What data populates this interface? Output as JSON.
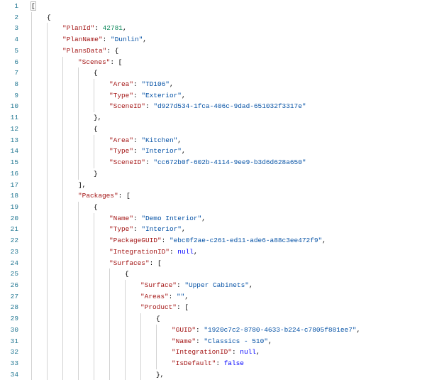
{
  "colors": {
    "key": "#a31515",
    "string": "#0451a5",
    "number": "#098658",
    "keyword": "#0000ff",
    "line_number": "#237893"
  },
  "lines": [
    {
      "n": "1",
      "indent": 0,
      "tokens": [
        {
          "t": "punc",
          "text": "["
        }
      ]
    },
    {
      "n": "2",
      "indent": 1,
      "tokens": [
        {
          "t": "punc",
          "text": "{"
        }
      ]
    },
    {
      "n": "3",
      "indent": 2,
      "tokens": [
        {
          "t": "key",
          "text": "\"PlanId\""
        },
        {
          "t": "punc",
          "text": ": "
        },
        {
          "t": "num",
          "text": "42781"
        },
        {
          "t": "punc",
          "text": ","
        }
      ]
    },
    {
      "n": "4",
      "indent": 2,
      "tokens": [
        {
          "t": "key",
          "text": "\"PlanName\""
        },
        {
          "t": "punc",
          "text": ": "
        },
        {
          "t": "str",
          "text": "\"Dunlin\""
        },
        {
          "t": "punc",
          "text": ","
        }
      ]
    },
    {
      "n": "5",
      "indent": 2,
      "tokens": [
        {
          "t": "key",
          "text": "\"PlansData\""
        },
        {
          "t": "punc",
          "text": ": {"
        }
      ]
    },
    {
      "n": "6",
      "indent": 3,
      "tokens": [
        {
          "t": "key",
          "text": "\"Scenes\""
        },
        {
          "t": "punc",
          "text": ": ["
        }
      ]
    },
    {
      "n": "7",
      "indent": 4,
      "tokens": [
        {
          "t": "punc",
          "text": "{"
        }
      ]
    },
    {
      "n": "8",
      "indent": 5,
      "tokens": [
        {
          "t": "key",
          "text": "\"Area\""
        },
        {
          "t": "punc",
          "text": ": "
        },
        {
          "t": "str",
          "text": "\"TD106\""
        },
        {
          "t": "punc",
          "text": ","
        }
      ]
    },
    {
      "n": "9",
      "indent": 5,
      "tokens": [
        {
          "t": "key",
          "text": "\"Type\""
        },
        {
          "t": "punc",
          "text": ": "
        },
        {
          "t": "str",
          "text": "\"Exterior\""
        },
        {
          "t": "punc",
          "text": ","
        }
      ]
    },
    {
      "n": "10",
      "indent": 5,
      "tokens": [
        {
          "t": "key",
          "text": "\"SceneID\""
        },
        {
          "t": "punc",
          "text": ": "
        },
        {
          "t": "str",
          "text": "\"d927d534-1fca-406c-9dad-651032f3317e\""
        }
      ]
    },
    {
      "n": "11",
      "indent": 4,
      "tokens": [
        {
          "t": "punc",
          "text": "},"
        }
      ]
    },
    {
      "n": "12",
      "indent": 4,
      "tokens": [
        {
          "t": "punc",
          "text": "{"
        }
      ]
    },
    {
      "n": "13",
      "indent": 5,
      "tokens": [
        {
          "t": "key",
          "text": "\"Area\""
        },
        {
          "t": "punc",
          "text": ": "
        },
        {
          "t": "str",
          "text": "\"Kitchen\""
        },
        {
          "t": "punc",
          "text": ","
        }
      ]
    },
    {
      "n": "14",
      "indent": 5,
      "tokens": [
        {
          "t": "key",
          "text": "\"Type\""
        },
        {
          "t": "punc",
          "text": ": "
        },
        {
          "t": "str",
          "text": "\"Interior\""
        },
        {
          "t": "punc",
          "text": ","
        }
      ]
    },
    {
      "n": "15",
      "indent": 5,
      "tokens": [
        {
          "t": "key",
          "text": "\"SceneID\""
        },
        {
          "t": "punc",
          "text": ": "
        },
        {
          "t": "str",
          "text": "\"cc672b0f-602b-4114-9ee9-b3d6d628a650\""
        }
      ]
    },
    {
      "n": "16",
      "indent": 4,
      "tokens": [
        {
          "t": "punc",
          "text": "}"
        }
      ]
    },
    {
      "n": "17",
      "indent": 3,
      "tokens": [
        {
          "t": "punc",
          "text": "],"
        }
      ]
    },
    {
      "n": "18",
      "indent": 3,
      "tokens": [
        {
          "t": "key",
          "text": "\"Packages\""
        },
        {
          "t": "punc",
          "text": ": ["
        }
      ]
    },
    {
      "n": "19",
      "indent": 4,
      "tokens": [
        {
          "t": "punc",
          "text": "{"
        }
      ]
    },
    {
      "n": "20",
      "indent": 5,
      "tokens": [
        {
          "t": "key",
          "text": "\"Name\""
        },
        {
          "t": "punc",
          "text": ": "
        },
        {
          "t": "str",
          "text": "\"Demo Interior\""
        },
        {
          "t": "punc",
          "text": ","
        }
      ]
    },
    {
      "n": "21",
      "indent": 5,
      "tokens": [
        {
          "t": "key",
          "text": "\"Type\""
        },
        {
          "t": "punc",
          "text": ": "
        },
        {
          "t": "str",
          "text": "\"Interior\""
        },
        {
          "t": "punc",
          "text": ","
        }
      ]
    },
    {
      "n": "22",
      "indent": 5,
      "tokens": [
        {
          "t": "key",
          "text": "\"PackageGUID\""
        },
        {
          "t": "punc",
          "text": ": "
        },
        {
          "t": "str",
          "text": "\"ebc0f2ae-c261-ed11-ade6-a88c3ee472f9\""
        },
        {
          "t": "punc",
          "text": ","
        }
      ]
    },
    {
      "n": "23",
      "indent": 5,
      "tokens": [
        {
          "t": "key",
          "text": "\"IntegrationID\""
        },
        {
          "t": "punc",
          "text": ": "
        },
        {
          "t": "kw",
          "text": "null"
        },
        {
          "t": "punc",
          "text": ","
        }
      ]
    },
    {
      "n": "24",
      "indent": 5,
      "tokens": [
        {
          "t": "key",
          "text": "\"Surfaces\""
        },
        {
          "t": "punc",
          "text": ": ["
        }
      ]
    },
    {
      "n": "25",
      "indent": 6,
      "tokens": [
        {
          "t": "punc",
          "text": "{"
        }
      ]
    },
    {
      "n": "26",
      "indent": 7,
      "tokens": [
        {
          "t": "key",
          "text": "\"Surface\""
        },
        {
          "t": "punc",
          "text": ": "
        },
        {
          "t": "str",
          "text": "\"Upper Cabinets\""
        },
        {
          "t": "punc",
          "text": ","
        }
      ]
    },
    {
      "n": "27",
      "indent": 7,
      "tokens": [
        {
          "t": "key",
          "text": "\"Areas\""
        },
        {
          "t": "punc",
          "text": ": "
        },
        {
          "t": "str",
          "text": "\"\""
        },
        {
          "t": "punc",
          "text": ","
        }
      ]
    },
    {
      "n": "28",
      "indent": 7,
      "tokens": [
        {
          "t": "key",
          "text": "\"Product\""
        },
        {
          "t": "punc",
          "text": ": ["
        }
      ]
    },
    {
      "n": "29",
      "indent": 8,
      "tokens": [
        {
          "t": "punc",
          "text": "{"
        }
      ]
    },
    {
      "n": "30",
      "indent": 9,
      "tokens": [
        {
          "t": "key",
          "text": "\"GUID\""
        },
        {
          "t": "punc",
          "text": ": "
        },
        {
          "t": "str",
          "text": "\"1920c7c2-8780-4633-b224-c7805f881ee7\""
        },
        {
          "t": "punc",
          "text": ","
        }
      ]
    },
    {
      "n": "31",
      "indent": 9,
      "tokens": [
        {
          "t": "key",
          "text": "\"Name\""
        },
        {
          "t": "punc",
          "text": ": "
        },
        {
          "t": "str",
          "text": "\"Classics - 510\""
        },
        {
          "t": "punc",
          "text": ","
        }
      ]
    },
    {
      "n": "32",
      "indent": 9,
      "tokens": [
        {
          "t": "key",
          "text": "\"IntegrationID\""
        },
        {
          "t": "punc",
          "text": ": "
        },
        {
          "t": "kw",
          "text": "null"
        },
        {
          "t": "punc",
          "text": ","
        }
      ]
    },
    {
      "n": "33",
      "indent": 9,
      "tokens": [
        {
          "t": "key",
          "text": "\"IsDefault\""
        },
        {
          "t": "punc",
          "text": ": "
        },
        {
          "t": "kw",
          "text": "false"
        }
      ]
    },
    {
      "n": "34",
      "indent": 8,
      "tokens": [
        {
          "t": "punc",
          "text": "},"
        }
      ]
    }
  ]
}
